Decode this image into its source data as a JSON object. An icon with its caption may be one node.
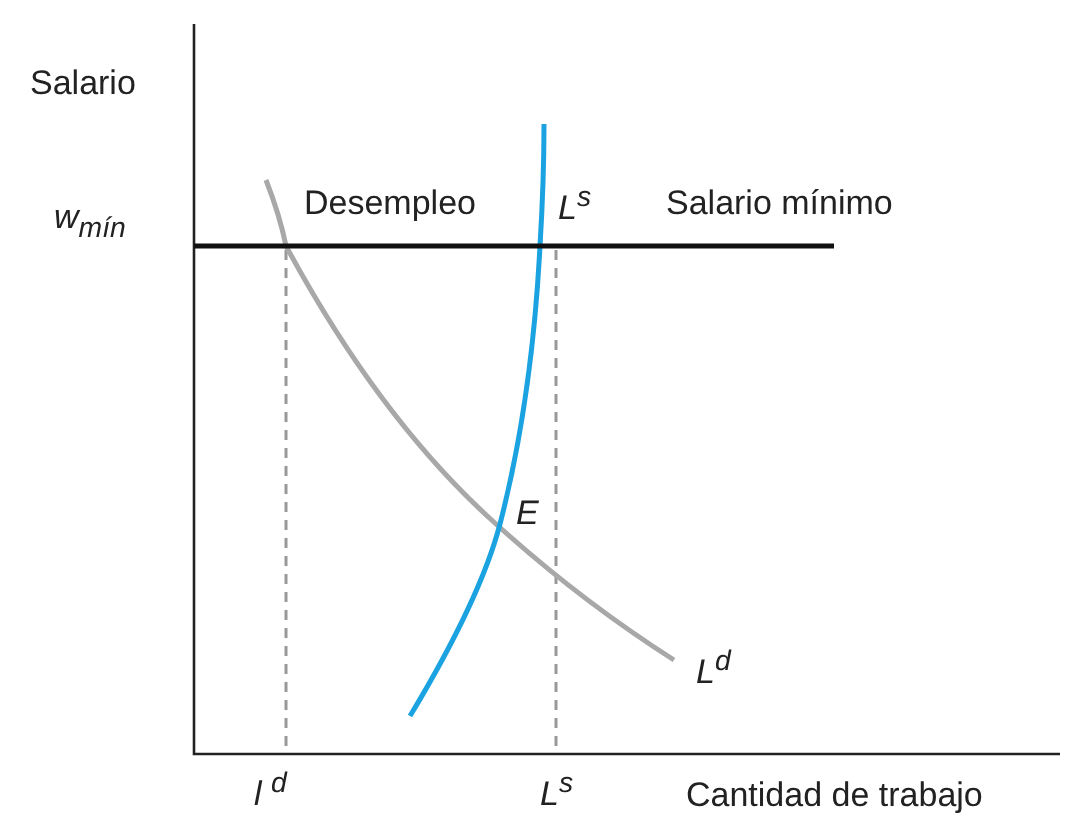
{
  "diagram": {
    "labels": [
      "Salario",
      "w$_{mín}$",
      "Desempleo",
      "L$^{s}$",
      "Salario mínimo",
      "E",
      "L$^{d}$",
      "l $^{d}$",
      "L$^{s}$",
      "Cantidad de trabajo"
    ]
  }
}
